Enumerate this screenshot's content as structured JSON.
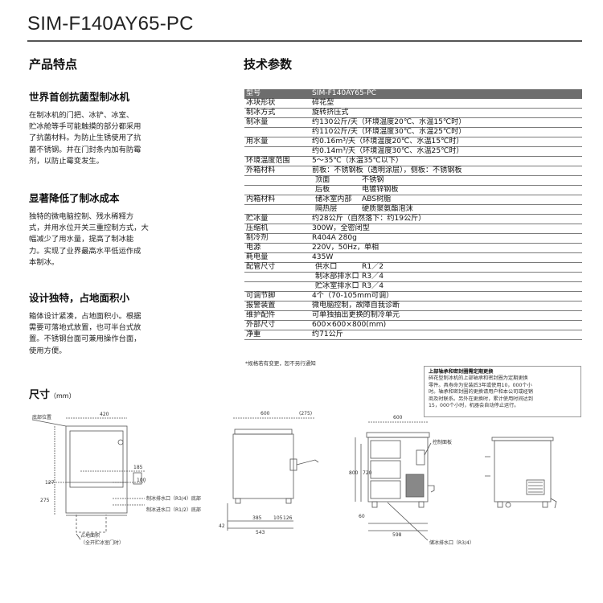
{
  "header": {
    "model": "SIM-F140AY65-PC"
  },
  "features": {
    "title": "产品特点",
    "items": [
      {
        "heading": "世界首创抗菌型制冰机",
        "lines": [
          "在制冰机的门把、冰铲、冰室、",
          "贮冰舱等手可能触摸的部分都采用",
          "了抗菌材料。为防止生锈使用了抗",
          "菌不锈钢。并在门封条内加有防霉",
          "剂，以防止霉变发生。"
        ]
      },
      {
        "heading": "显著降低了制冰成本",
        "lines": [
          "独特的微电脑控制、残水稀释方",
          "式，并用水位开关三重控制方式，大",
          "幅减少了用水量，提高了制冰能",
          "力。实现了业界最高水平低运作成",
          "本制冰。"
        ]
      },
      {
        "heading": "设计独特，占地面积小",
        "lines": [
          "箱体设计紧凑，占地面积小。根据",
          "需要可落地式放置，也可半台式放",
          "置。不锈钢台面可兼用操作台面，",
          "使用方便。"
        ]
      }
    ]
  },
  "specs": {
    "title": "技术参数",
    "rows": [
      {
        "label": "型号",
        "sub": "",
        "value": "SIM-F140AY65-PC"
      },
      {
        "label": "冰块形状",
        "sub": "",
        "value": "碎花型"
      },
      {
        "label": "制冰方式",
        "sub": "",
        "value": "旋转挤压式"
      },
      {
        "label": "制冰量",
        "sub": "",
        "value": "约130公斤/天（环境温度20℃、水温15℃时）"
      },
      {
        "label": "",
        "sub": "",
        "value": "约110公斤/天（环境温度30℃、水温25℃时）"
      },
      {
        "label": "用水量",
        "sub": "",
        "value": "约0.16m³/天（环境温度20℃、水温15℃时）"
      },
      {
        "label": "",
        "sub": "",
        "value": "约0.14m³/天（环境温度30℃、水温25℃时）"
      },
      {
        "label": "环境温度范围",
        "sub": "",
        "value": "5～35℃（水温35℃以下）"
      },
      {
        "label": "外箱材料",
        "sub": "",
        "value": "前板：不锈钢板（透明涂层），侧板：不锈钢板"
      },
      {
        "label": "",
        "sub": "顶面",
        "value": "不锈钢"
      },
      {
        "label": "",
        "sub": "后板",
        "value": "电镀锌钢板"
      },
      {
        "label": "内箱材料",
        "sub": "储冰室内部",
        "value": "ABS树脂"
      },
      {
        "label": "",
        "sub": "隔热层",
        "value": "硬质聚氨酯泡沫"
      },
      {
        "label": "贮冰量",
        "sub": "",
        "value": "约28公斤（自然落下：约19公斤）"
      },
      {
        "label": "压缩机",
        "sub": "",
        "value": "300W，全密闭型"
      },
      {
        "label": "制冷剂",
        "sub": "",
        "value": "R404A 280g"
      },
      {
        "label": "电源",
        "sub": "",
        "value": "220V，50Hz，单相"
      },
      {
        "label": "耗电量",
        "sub": "",
        "value": "435W"
      },
      {
        "label": "配管尺寸",
        "sub": "供水口",
        "value": "R1／2"
      },
      {
        "label": "",
        "sub": "制冰部排水口",
        "value": "R3／4"
      },
      {
        "label": "",
        "sub": "贮冰室排水口",
        "value": "R3／4"
      },
      {
        "label": "可调节脚",
        "sub": "",
        "value": "4个（70-105mm可调）"
      },
      {
        "label": "报警装置",
        "sub": "",
        "value": "微电脑控制，故障自我诊断"
      },
      {
        "label": "维护配件",
        "sub": "",
        "value": "可单独抽出更换的制冷单元"
      },
      {
        "label": "外部尺寸",
        "sub": "",
        "value": "600×600×800(mm)"
      },
      {
        "label": "净重",
        "sub": "",
        "value": "约71公斤"
      }
    ],
    "note": "*规格若有变更，恕不另行通知"
  },
  "notice": {
    "title": "上部轴承和密封圈需定期更换",
    "lines": [
      "碎花型制冰机的上部轴承和密封圈为定期更换",
      "零件。具寿命为安装后3年或使用10，000个小",
      "时。轴承和密封圈的更换请用户和本公司或经销",
      "商及时联系。另外在更换时，累计使用时间达到",
      "15，000个小时，机器会自动停止运行。"
    ]
  },
  "dimensions": {
    "title": "尺寸",
    "unit": "（mm）",
    "labels": {
      "foot_pos": "底部位置",
      "d420": "420",
      "d127": "127",
      "d275": "275",
      "d185": "185",
      "d100": "100",
      "drain_ice": "制冰排水口（R3/4）底部",
      "water_in": "制冰进水口（R1/2）底部",
      "floor_drain": "占地面积",
      "floor_drain2": "（全开贮冰室门时）",
      "d600a": "600",
      "d275b": "(275)",
      "d385": "385",
      "d105": "105",
      "d126": "126",
      "d543": "543",
      "d42": "42",
      "d800": "800",
      "d720": "720",
      "d60": "60",
      "d600b": "600",
      "d598": "598",
      "ctrl_panel": "控制面板",
      "store_drain": "储冰排水口（R3/4）"
    }
  }
}
